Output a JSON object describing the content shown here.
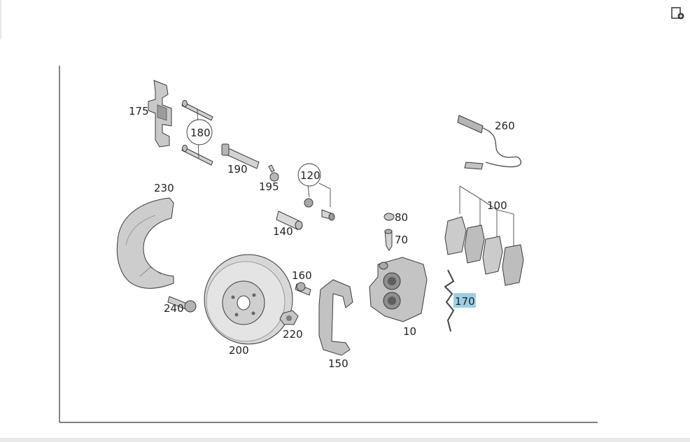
{
  "toolbar": {
    "add_icon": "add-document-icon"
  },
  "parts": [
    {
      "id": "p175",
      "label": "175"
    },
    {
      "id": "p180",
      "label": "180"
    },
    {
      "id": "p190",
      "label": "190"
    },
    {
      "id": "p195",
      "label": "195"
    },
    {
      "id": "p120",
      "label": "120"
    },
    {
      "id": "p140",
      "label": "140"
    },
    {
      "id": "p230",
      "label": "230"
    },
    {
      "id": "p260",
      "label": "260"
    },
    {
      "id": "p100",
      "label": "100"
    },
    {
      "id": "p80",
      "label": "80"
    },
    {
      "id": "p70",
      "label": "70"
    },
    {
      "id": "p160",
      "label": "160"
    },
    {
      "id": "p240",
      "label": "240"
    },
    {
      "id": "p220",
      "label": "220"
    },
    {
      "id": "p200",
      "label": "200"
    },
    {
      "id": "p150",
      "label": "150"
    },
    {
      "id": "p10",
      "label": "10"
    },
    {
      "id": "p170",
      "label": "170",
      "highlighted": true
    }
  ],
  "colors": {
    "highlight": "#9ccfe6",
    "label": "#222222",
    "part_fill": "#c9c9c9",
    "part_dark": "#8e8e8e",
    "axis": "#333333"
  }
}
